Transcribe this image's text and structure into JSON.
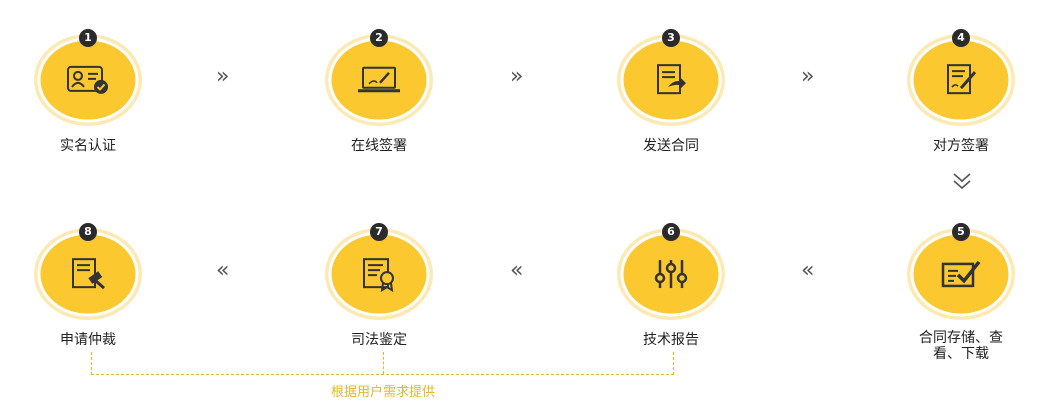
{
  "colors": {
    "accent": "#fbc82f",
    "ring": "#f2b400",
    "badge": "#2b2b2b",
    "note": "#e8b52c"
  },
  "steps": [
    {
      "num": "1",
      "label": "实名认证",
      "icon": "id-card-check-icon"
    },
    {
      "num": "2",
      "label": "在线签署",
      "icon": "laptop-sign-icon"
    },
    {
      "num": "3",
      "label": "发送合同",
      "icon": "document-send-icon"
    },
    {
      "num": "4",
      "label": "对方签署",
      "icon": "document-pen-icon"
    },
    {
      "num": "5",
      "label": "合同存储、查看、下载",
      "icon": "checklist-icon"
    },
    {
      "num": "6",
      "label": "技术报告",
      "icon": "equalizer-icon"
    },
    {
      "num": "7",
      "label": "司法鉴定",
      "icon": "certificate-seal-icon"
    },
    {
      "num": "8",
      "label": "申请仲裁",
      "icon": "document-gavel-icon"
    }
  ],
  "arrows": {
    "forward": "»",
    "backward": "«",
    "down": "⌄"
  },
  "bracket_note": "根据用户需求提供"
}
